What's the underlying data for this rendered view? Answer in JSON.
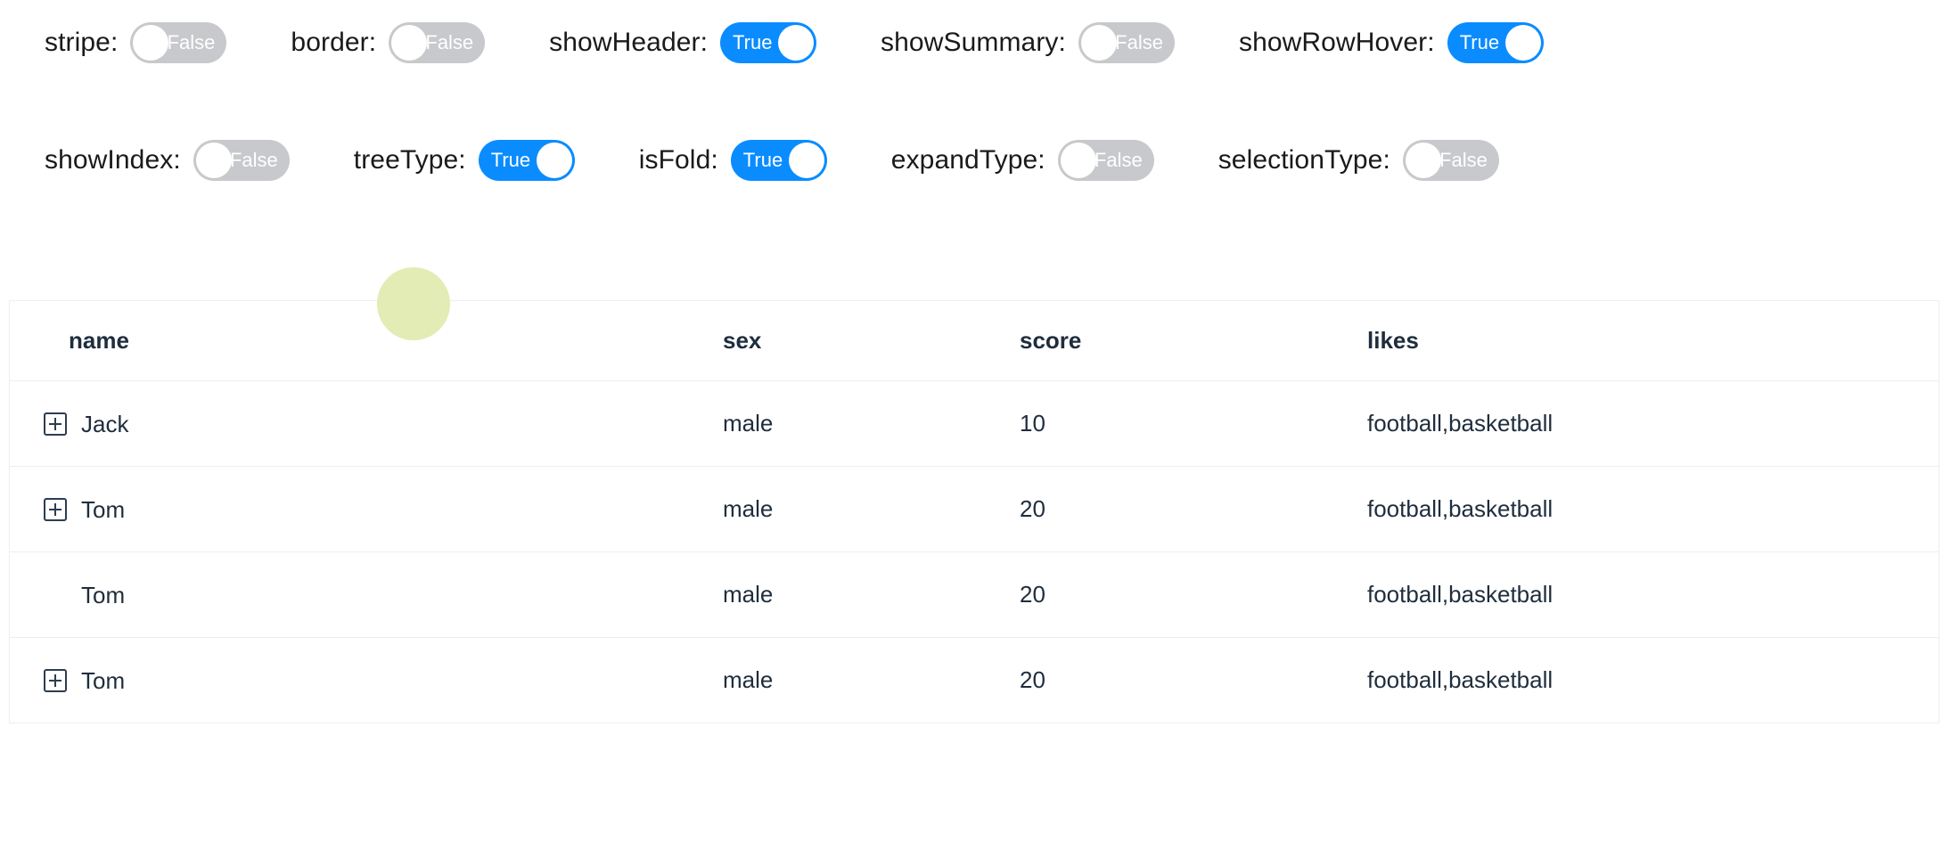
{
  "controls": {
    "rows": [
      [
        {
          "label": "stripe:",
          "value": "False",
          "state": "off"
        },
        {
          "label": "border:",
          "value": "False",
          "state": "off"
        },
        {
          "label": "showHeader:",
          "value": "True",
          "state": "on"
        },
        {
          "label": "showSummary:",
          "value": "False",
          "state": "off"
        },
        {
          "label": "showRowHover:",
          "value": "True",
          "state": "on"
        }
      ],
      [
        {
          "label": "showIndex:",
          "value": "False",
          "state": "off"
        },
        {
          "label": "treeType:",
          "value": "True",
          "state": "on"
        },
        {
          "label": "isFold:",
          "value": "True",
          "state": "on"
        },
        {
          "label": "expandType:",
          "value": "False",
          "state": "off"
        },
        {
          "label": "selectionType:",
          "value": "False",
          "state": "off"
        }
      ]
    ]
  },
  "table": {
    "columns": [
      "name",
      "sex",
      "score",
      "likes"
    ],
    "rows": [
      {
        "expandable": true,
        "name": "Jack",
        "sex": "male",
        "score": "10",
        "likes": "football,basketball"
      },
      {
        "expandable": true,
        "name": "Tom",
        "sex": "male",
        "score": "20",
        "likes": "football,basketball"
      },
      {
        "expandable": false,
        "name": "Tom",
        "sex": "male",
        "score": "20",
        "likes": "football,basketball"
      },
      {
        "expandable": true,
        "name": "Tom",
        "sex": "male",
        "score": "20",
        "likes": "football,basketball"
      }
    ]
  },
  "colors": {
    "switch_on": "#0a8cff",
    "switch_off": "#c8c9cc",
    "cursor_blob": "#e3ecb4",
    "table_border": "#ebeef5",
    "text": "#1f2d3d"
  }
}
